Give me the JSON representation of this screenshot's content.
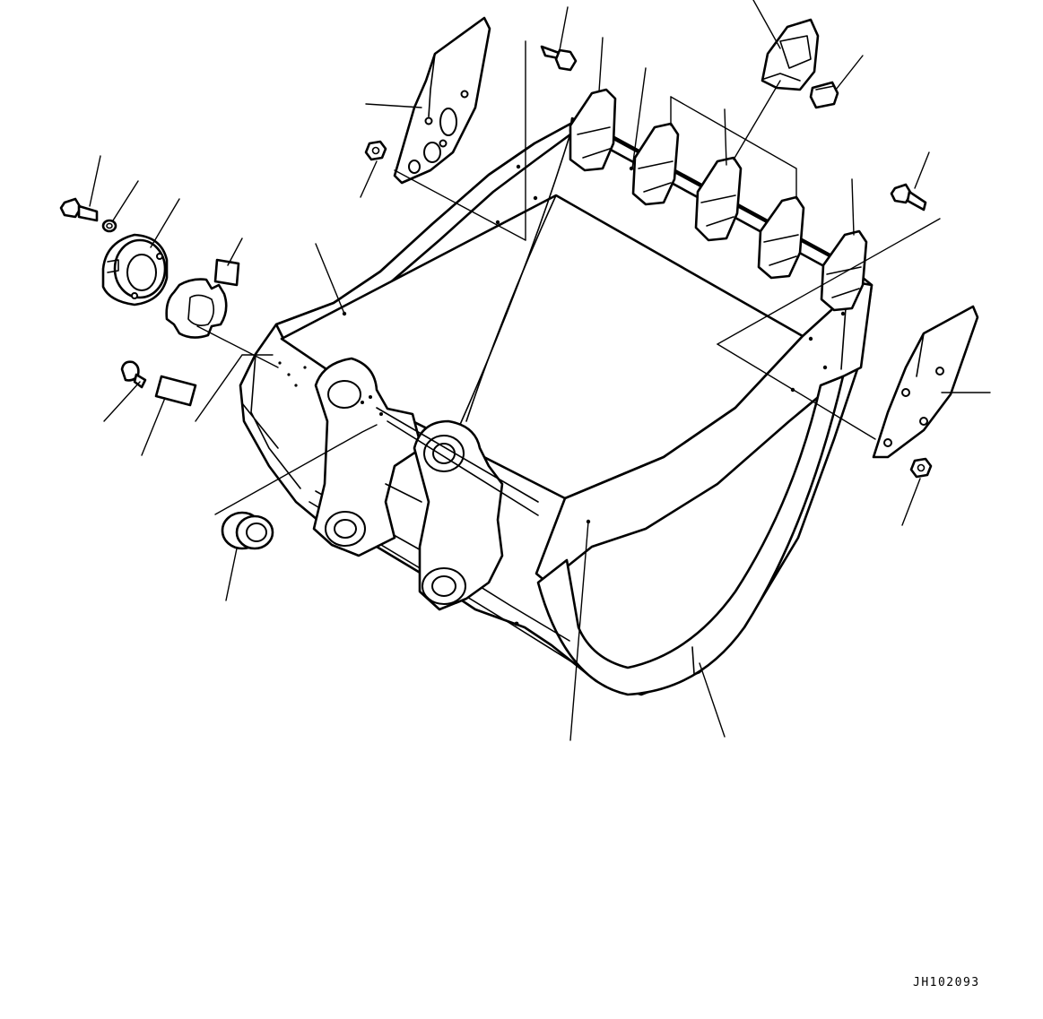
{
  "drawing": {
    "code": "JH102093",
    "line_color": "#000000",
    "background": "#ffffff"
  },
  "parts": [
    {
      "name": "bucket-body"
    },
    {
      "name": "bucket-tooth",
      "count": 5
    },
    {
      "name": "tooth-adapter-pin"
    },
    {
      "name": "side-cutter",
      "count": 2
    },
    {
      "name": "side-cutter-bolt"
    },
    {
      "name": "side-cutter-nut"
    },
    {
      "name": "boss-bolt"
    },
    {
      "name": "washer"
    },
    {
      "name": "boss"
    },
    {
      "name": "shim"
    },
    {
      "name": "plug"
    },
    {
      "name": "plate"
    },
    {
      "name": "bushing"
    },
    {
      "name": "wear-plate"
    }
  ]
}
